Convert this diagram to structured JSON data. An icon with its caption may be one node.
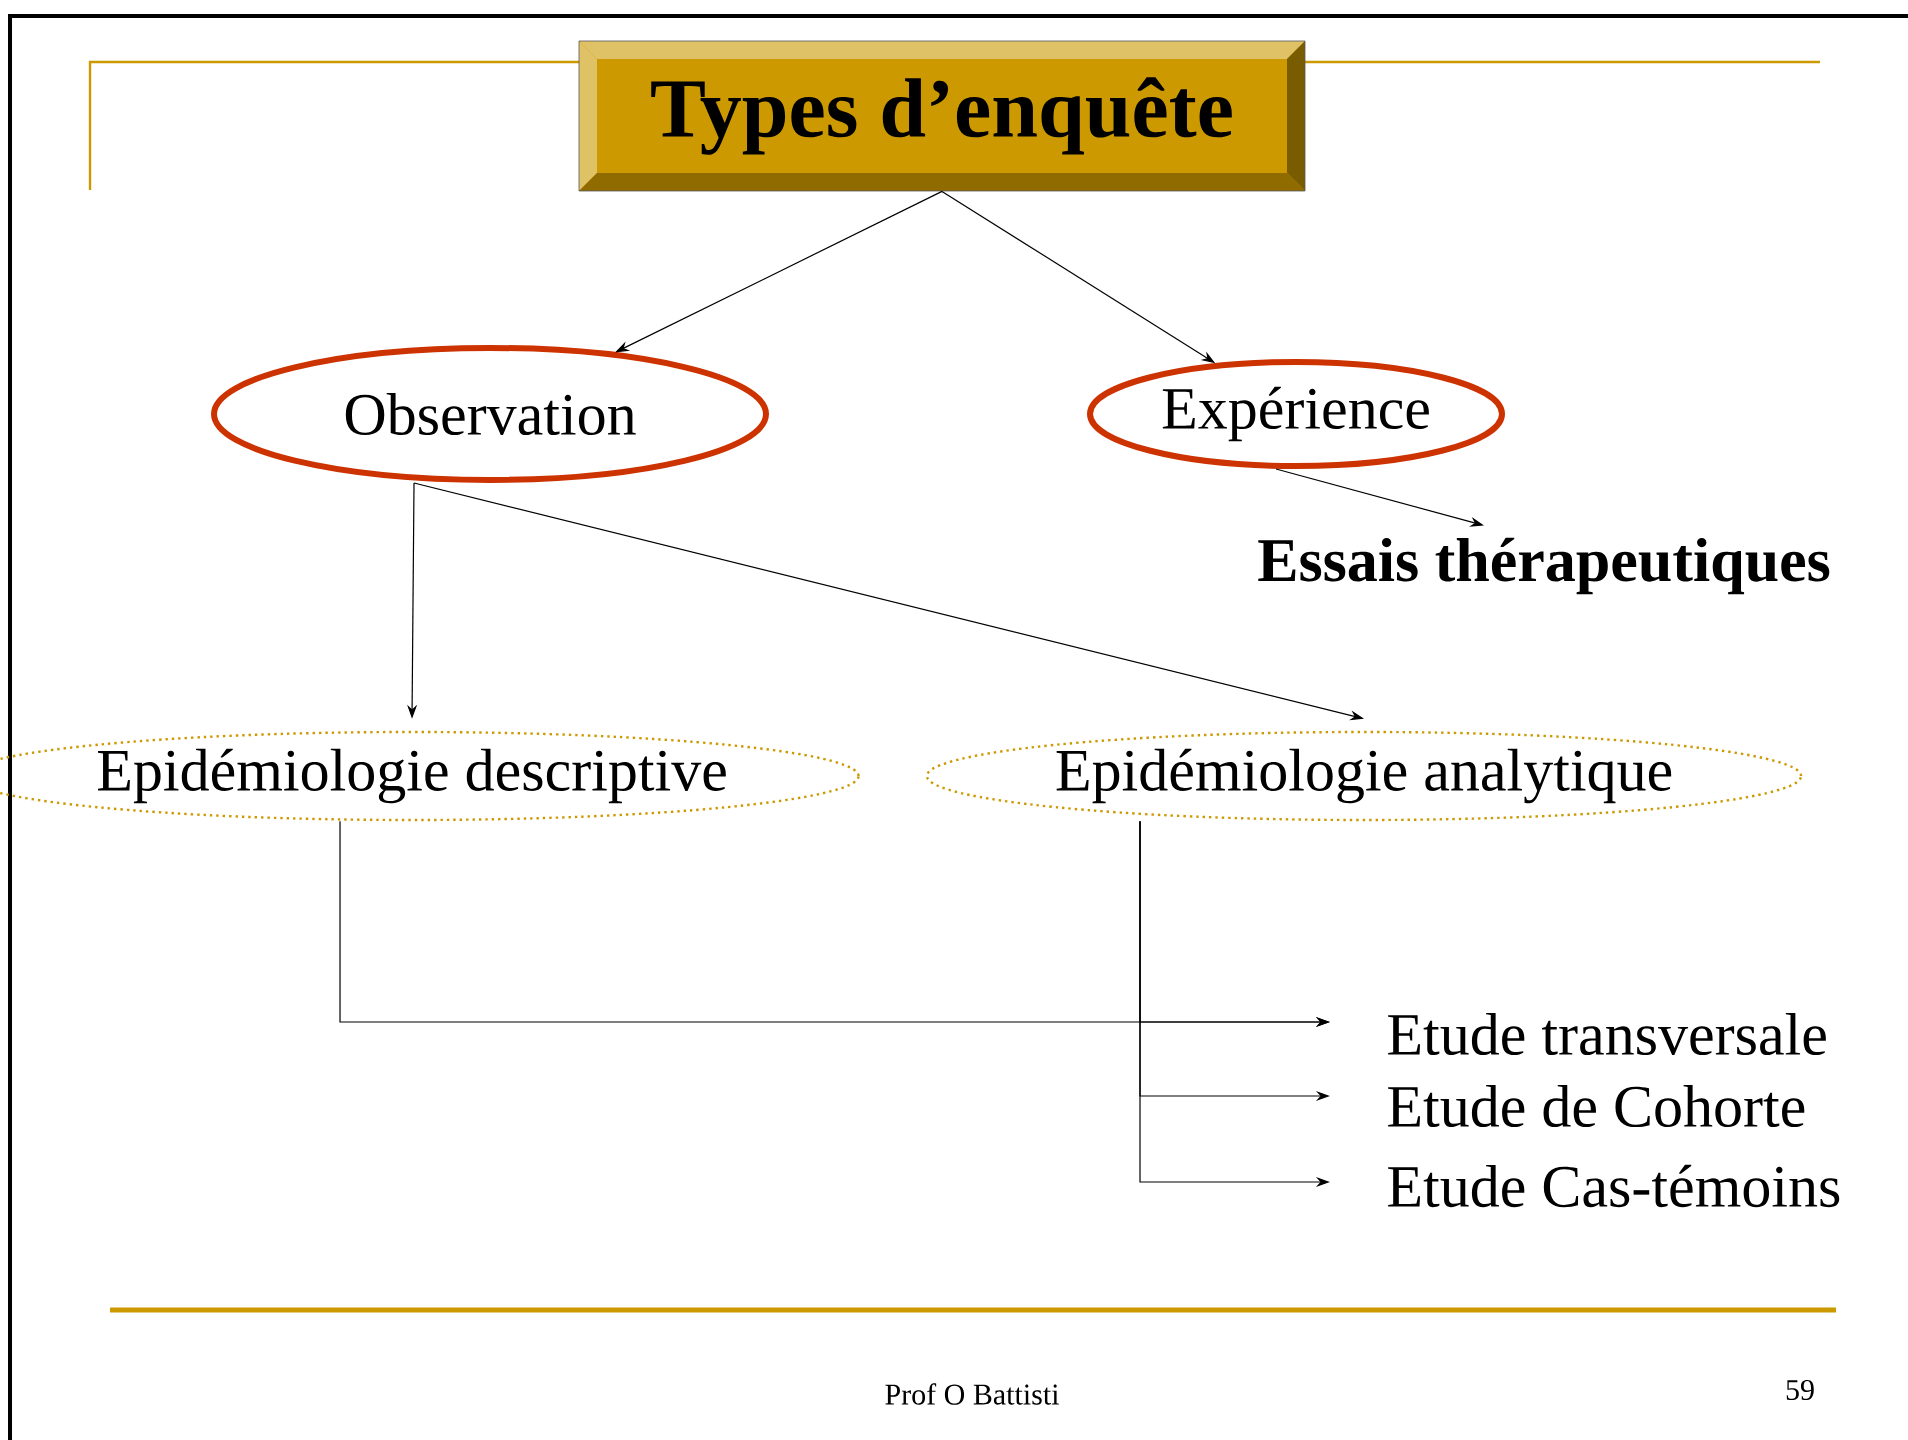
{
  "diagram": {
    "nodes": [
      {
        "text": [
          "Types d’enquête"
        ]
      },
      {
        "text": [
          "Observation"
        ]
      },
      {
        "text": [
          "Expérience"
        ]
      },
      {
        "text": [
          "Essais thérapeutiques"
        ]
      },
      {
        "text": [
          "Epidémiologie descriptive"
        ]
      },
      {
        "text": [
          "Epidémiologie analytique"
        ]
      },
      {
        "text": [
          "Etude transversale"
        ]
      },
      {
        "text": [
          "Etude de Cohorte"
        ]
      },
      {
        "text": [
          "Etude Cas-témoins"
        ]
      }
    ],
    "edges": [
      {
        "from": 0,
        "to": 1,
        "arrow": "to"
      },
      {
        "from": 0,
        "to": 2,
        "arrow": "to"
      },
      {
        "from": 2,
        "to": 3,
        "arrow": "to"
      },
      {
        "from": 1,
        "to": 4,
        "arrow": "to"
      },
      {
        "from": 1,
        "to": 5,
        "arrow": "to"
      },
      {
        "from": 4,
        "to": 6,
        "arrow": "to"
      },
      {
        "from": 5,
        "to": 6,
        "arrow": "to"
      },
      {
        "from": 5,
        "to": 7,
        "arrow": "to"
      },
      {
        "from": 5,
        "to": 8,
        "arrow": "to"
      }
    ],
    "labels": [
      "Prof O Battisti",
      "59"
    ]
  }
}
